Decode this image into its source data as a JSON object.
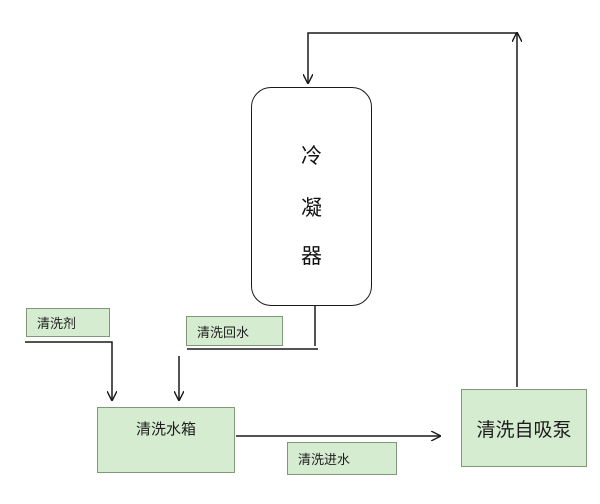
{
  "condenser": {
    "chars": [
      "冷",
      "凝",
      "器"
    ]
  },
  "labels": {
    "detergent": "清洗剂",
    "return_water": "清洗回水",
    "tank": "清洗水箱",
    "inlet_water": "清洗进水",
    "pump": "清洗自吸泵"
  },
  "colors": {
    "box_fill": "#d6ecd1",
    "box_border": "#7f9877",
    "line": "#1a1a1a"
  }
}
